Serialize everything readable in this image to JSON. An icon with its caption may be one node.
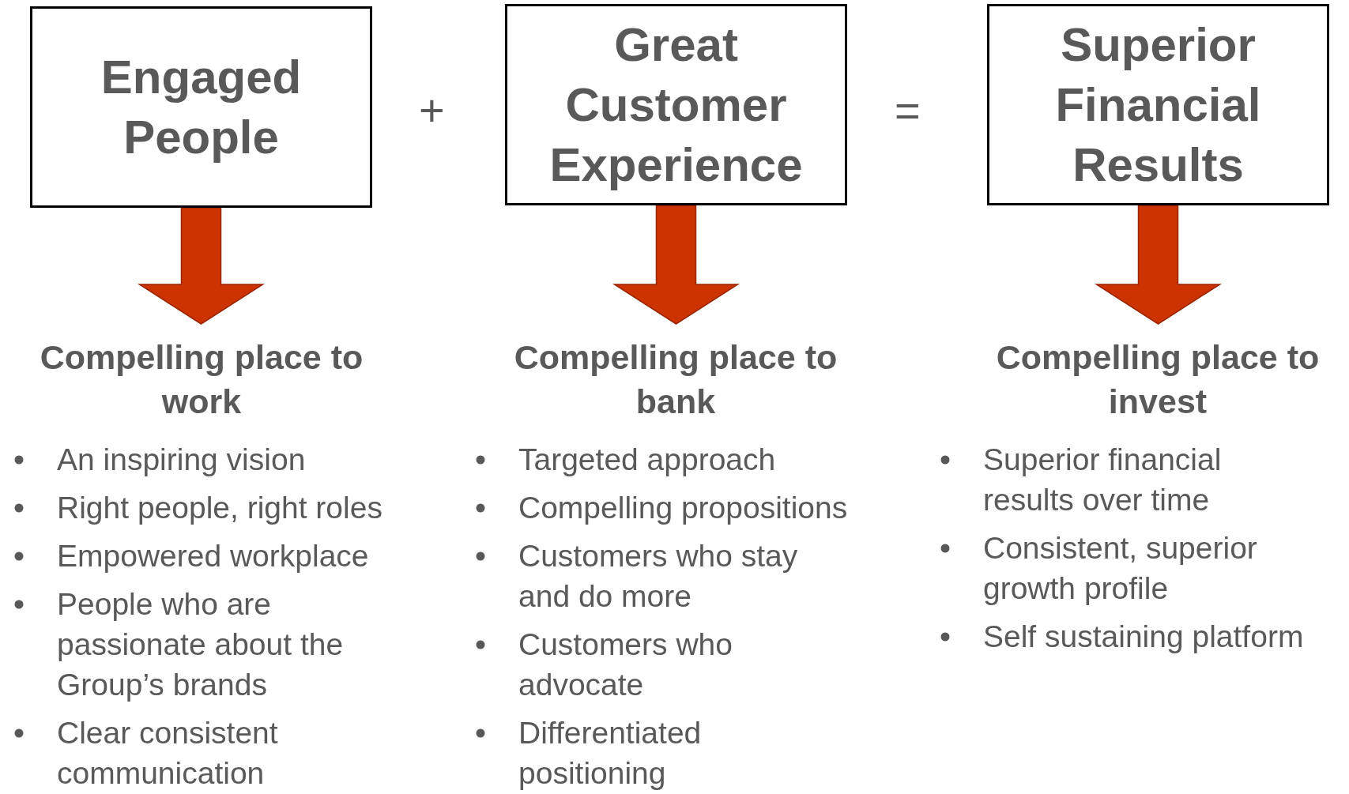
{
  "diagram": {
    "nodes": [
      {
        "text": [
          "Engaged People"
        ]
      },
      {
        "text": [
          "Great Customer Experience"
        ]
      },
      {
        "text": [
          "Superior Financial Results"
        ]
      },
      {
        "text": [
          "Compelling place to work"
        ]
      },
      {
        "text": [
          "Compelling place to bank"
        ]
      },
      {
        "text": [
          "Compelling place to invest"
        ]
      }
    ],
    "edges": [
      {
        "from": 0,
        "to": 3,
        "arrow": "to",
        "style": "thick",
        "color": "#cc3300"
      },
      {
        "from": 1,
        "to": 4,
        "arrow": "to",
        "style": "thick",
        "color": "#cc3300"
      },
      {
        "from": 2,
        "to": 5,
        "arrow": "to",
        "style": "thick",
        "color": "#cc3300"
      }
    ],
    "labels": [
      "+",
      "=",
      "An inspiring vision",
      "Right people, right roles",
      "Empowered workplace",
      "People who are passionate about the Group’s brands",
      "Clear consistent communication",
      "Targeted approach",
      "Compelling propositions",
      "Customers who stay and do more",
      "Customers who advocate",
      "Differentiated positioning",
      "Superior financial results over time",
      "Consistent, superior growth profile",
      "Self sustaining platform"
    ]
  }
}
